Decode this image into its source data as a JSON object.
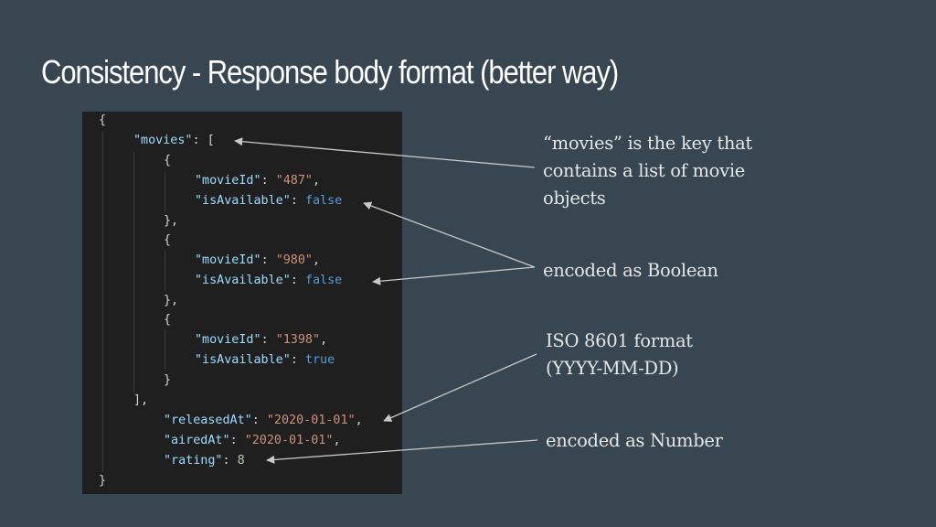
{
  "title": "Consistency - Response body format (better way)",
  "code": {
    "lines": {
      "l1": {
        "open": "{"
      },
      "l2": {
        "key": "\"movies\"",
        "sep": ": ",
        "val": "["
      },
      "l3": {
        "open": "{"
      },
      "l4": {
        "key": "\"movieId\"",
        "sep": ": ",
        "val": "\"487\"",
        "tail": ","
      },
      "l5": {
        "key": "\"isAvailable\"",
        "sep": ": ",
        "val": "false"
      },
      "l6": {
        "close": "},"
      },
      "l7": {
        "open": "{"
      },
      "l8": {
        "key": "\"movieId\"",
        "sep": ": ",
        "val": "\"980\"",
        "tail": ","
      },
      "l9": {
        "key": "\"isAvailable\"",
        "sep": ": ",
        "val": "false"
      },
      "l10": {
        "close": "},"
      },
      "l11": {
        "open": "{"
      },
      "l12": {
        "key": "\"movieId\"",
        "sep": ": ",
        "val": "\"1398\"",
        "tail": ","
      },
      "l13": {
        "key": "\"isAvailable\"",
        "sep": ": ",
        "val": "true"
      },
      "l14": {
        "close": "}"
      },
      "l15": {
        "close": "],"
      },
      "l16": {
        "key": "\"releasedAt\"",
        "sep": ": ",
        "val": "\"2020-01-01\"",
        "tail": ","
      },
      "l17": {
        "key": "\"airedAt\"",
        "sep": ": ",
        "val": "\"2020-01-01\"",
        "tail": ","
      },
      "l18": {
        "key": "\"rating\"",
        "sep": ": ",
        "val": "8"
      },
      "l19": {
        "close": "}"
      }
    }
  },
  "annotations": {
    "movies_key": [
      "“movies” is the key that",
      "contains a list of movie",
      "objects"
    ],
    "boolean": "encoded as Boolean",
    "iso_format": [
      "ISO 8601 format",
      "(YYYY-MM-DD)"
    ],
    "number": "encoded as Number"
  },
  "colors": {
    "background": "#374650",
    "code_background": "#1f1f1f",
    "json_key": "#9cdcfe",
    "json_string": "#ce9178",
    "json_boolean": "#569cd6",
    "json_number": "#b5cea8",
    "annotation_text": "#e6e6e6",
    "arrow": "#c8c8c8"
  }
}
